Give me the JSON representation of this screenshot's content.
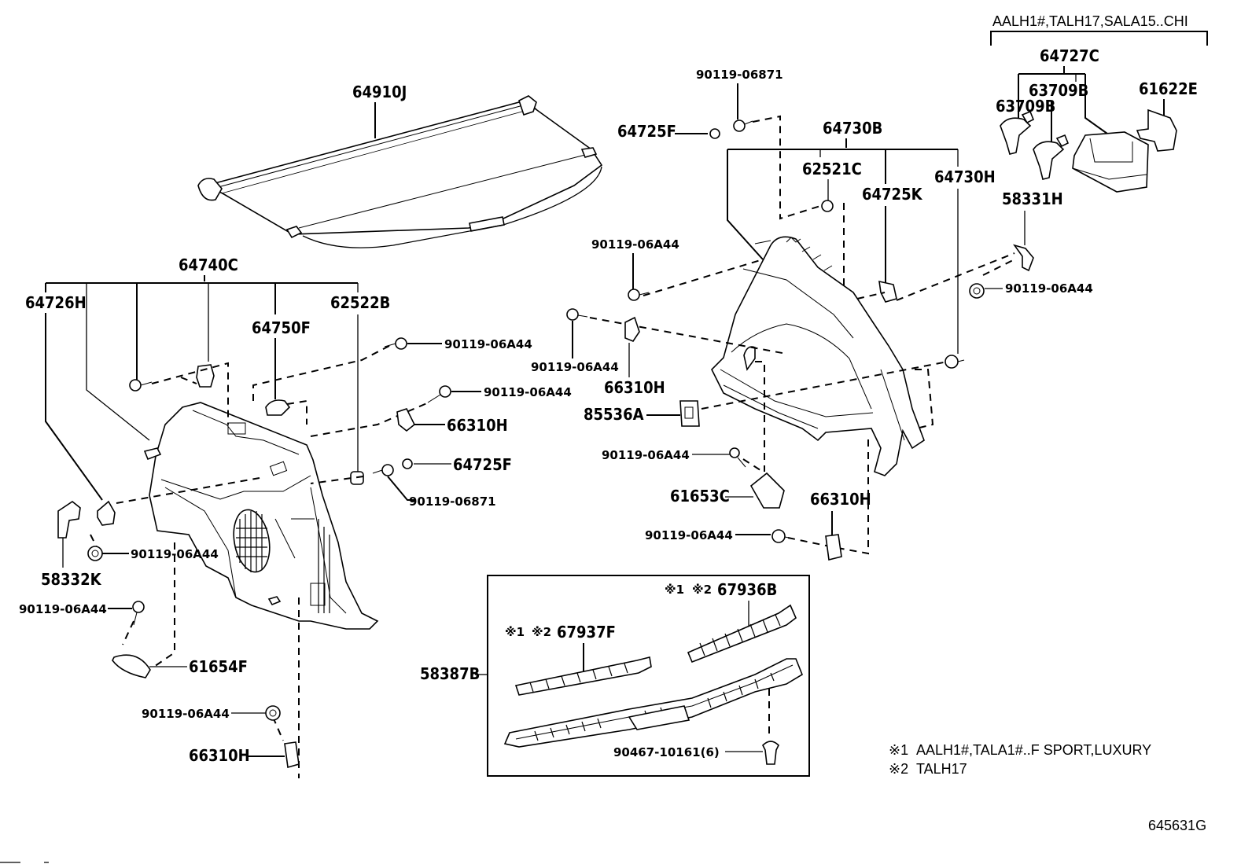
{
  "diagram": {
    "type": "exploded-parts-diagram",
    "figure_id": "645631G",
    "variant_header": "AALH1#,TALH17,SALA15..CHI",
    "footnotes": [
      {
        "mark": "※1",
        "text": "AALH1#,TALA1#..F SPORT,LUXURY"
      },
      {
        "mark": "※2",
        "text": "TALH17"
      }
    ],
    "parts": {
      "tonneau_cover": "64910J",
      "left_assy": "64740C",
      "left_panel": "64726H",
      "left_hook": "64750F",
      "left_cap": "62522B",
      "left_bracket": "58332K",
      "left_lower_cover": "61654F",
      "left_clip_a": "66310H",
      "left_clip_b": "66310H",
      "left_clip_mid": "64725F",
      "right_assy": "64730B",
      "right_cap": "62521C",
      "right_hook": "64725K",
      "right_panel": "64730H",
      "right_clip_top": "64725F",
      "right_clip_a": "66310H",
      "right_clip_b": "66310H",
      "right_cover": "85536A",
      "right_lower_cover": "61653C",
      "right_bracket": "58331H",
      "holder_assy": "64727C",
      "holder_a": "63709B",
      "holder_b": "63709B",
      "holder_bracket": "61622E",
      "sill_group": "58387B",
      "scuff_a": "67937F",
      "scuff_b": "67936B",
      "sill_clip": "90467-10161(6)",
      "screw_06871_a": "90119-06871",
      "screw_06871_b": "90119-06871",
      "screw_a44_1": "90119-06A44",
      "screw_a44_2": "90119-06A44",
      "screw_a44_3": "90119-06A44",
      "screw_a44_4": "90119-06A44",
      "screw_a44_5": "90119-06A44",
      "screw_a44_6": "90119-06A44",
      "screw_a44_7": "90119-06A44",
      "screw_a44_8": "90119-06A44",
      "screw_a44_9": "90119-06A44",
      "screw_a44_10": "90119-06A44"
    },
    "markers": {
      "m1": "※1",
      "m2": "※2"
    }
  }
}
